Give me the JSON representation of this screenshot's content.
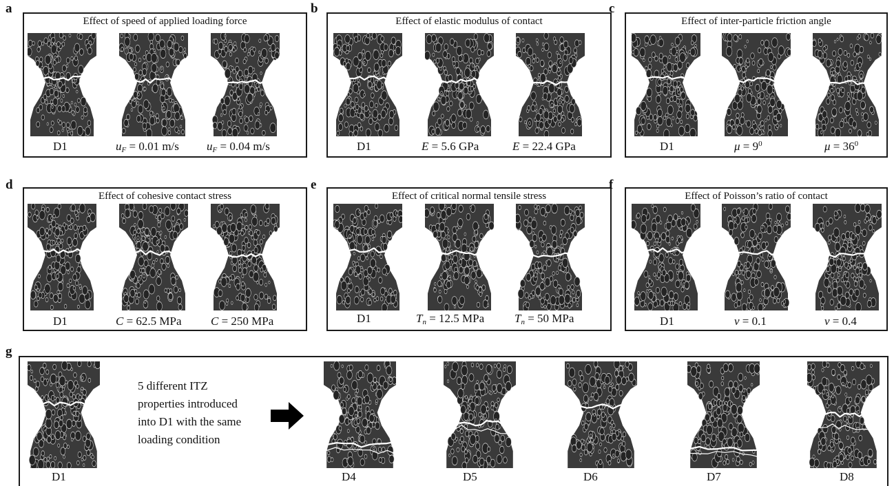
{
  "panels": {
    "a": {
      "letter": "a",
      "title": "Effect of speed of applied loading force",
      "labels": [
        {
          "text": "D1"
        },
        {
          "var": "u",
          "sub": "F",
          "rest": " = 0.01 m/s"
        },
        {
          "var": "u",
          "sub": "F",
          "rest": " = 0.04 m/s"
        }
      ]
    },
    "b": {
      "letter": "b",
      "title": "Effect of elastic modulus of contact",
      "labels": [
        {
          "text": "D1"
        },
        {
          "var": "E",
          "rest": " = 5.6 GPa"
        },
        {
          "var": "E",
          "rest": " = 22.4 GPa"
        }
      ]
    },
    "c": {
      "letter": "c",
      "title": "Effect of  inter-particle friction angle",
      "labels": [
        {
          "text": "D1"
        },
        {
          "var": "μ",
          "rest": " = 9",
          "sup": "0"
        },
        {
          "var": "μ",
          "rest": " = 36",
          "sup": "0"
        }
      ]
    },
    "d": {
      "letter": "d",
      "title": "Effect of cohesive contact stress",
      "labels": [
        {
          "text": "D1"
        },
        {
          "var": "C",
          "rest": " = 62.5 MPa"
        },
        {
          "var": "C",
          "rest": " = 250 MPa"
        }
      ]
    },
    "e": {
      "letter": "e",
      "title": "Effect of critical normal tensile  stress",
      "labels": [
        {
          "text": "D1"
        },
        {
          "var": "T",
          "sub": "n",
          "rest": " = 12.5 MPa"
        },
        {
          "var": "T",
          "sub": "n",
          "rest": " = 50 MPa"
        }
      ]
    },
    "f": {
      "letter": "f",
      "title": "Effect of Poisson’s ratio of contact",
      "labels": [
        {
          "text": "D1"
        },
        {
          "var": "ν",
          "rest": " = 0.1"
        },
        {
          "var": "ν",
          "rest": " = 0.4"
        }
      ]
    }
  },
  "panel_g": {
    "letter": "g",
    "text": "5 different ITZ\nproperties introduced\ninto D1 with the same\nloading condition",
    "labels": [
      "D1",
      "D4",
      "D5",
      "D6",
      "D7",
      "D8"
    ]
  },
  "colors": {
    "specimen": "#3a3a3a",
    "particle": "#242424",
    "outline": "#d8d8d8",
    "crack": "#ffffff",
    "frame": "#1a1a1a"
  }
}
